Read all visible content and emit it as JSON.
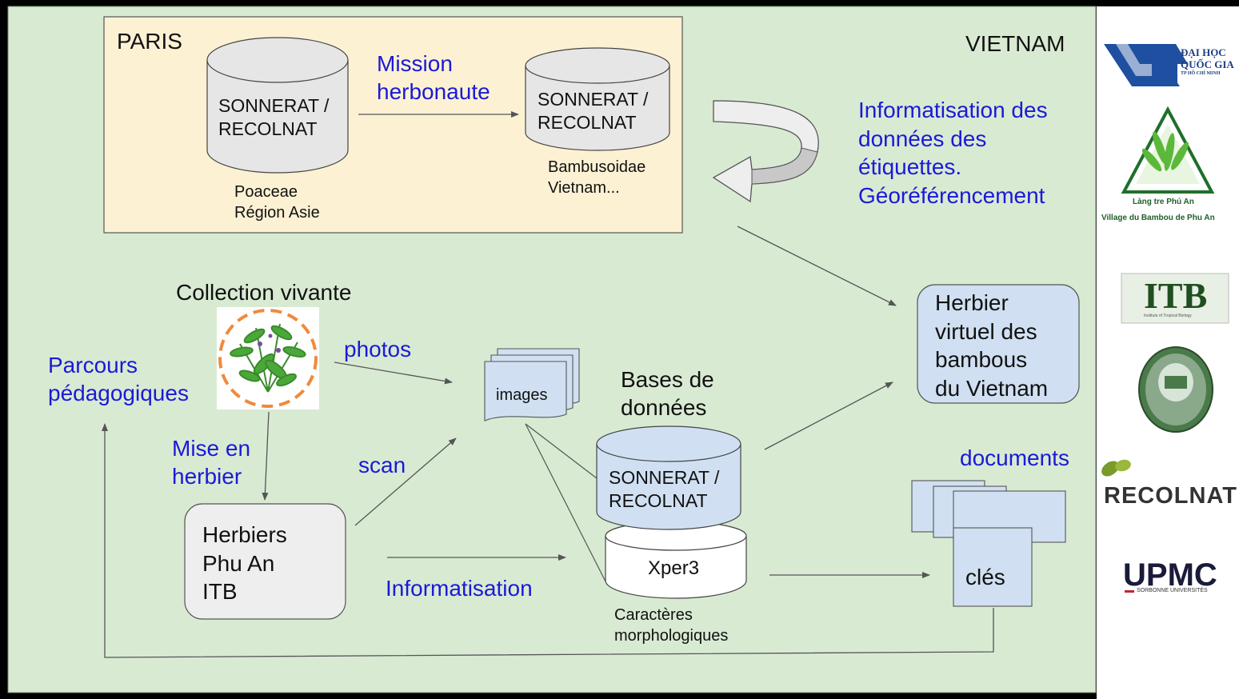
{
  "regions": {
    "paris": "PARIS",
    "vietnam": "VIETNAM"
  },
  "paris_db1": {
    "line1": "SONNERAT /",
    "line2": "RECOLNAT",
    "caption1": "Poaceae",
    "caption2": "Région Asie"
  },
  "mission": {
    "line1": "Mission",
    "line2": "herbonaute"
  },
  "paris_db2": {
    "line1": "SONNERAT /",
    "line2": "RECOLNAT",
    "caption1": "Bambusoidae",
    "caption2": "Vietnam..."
  },
  "informatisation_labels": {
    "line1": "Informatisation des",
    "line2": "données des",
    "line3": "étiquettes.",
    "line4": "Géoréférencement"
  },
  "collection": {
    "title": "Collection vivante"
  },
  "parcours": {
    "line1": "Parcours",
    "line2": "pédagogiques"
  },
  "photos": "photos",
  "images": "images",
  "bases": {
    "line1": "Bases de",
    "line2": "données"
  },
  "herbier_virtuel": {
    "line1": "Herbier",
    "line2": "virtuel des",
    "line3": "bambous",
    "line4": "du Vietnam"
  },
  "mise_en_herbier": {
    "line1": "Mise en",
    "line2": "herbier"
  },
  "scan": "scan",
  "db_sonnerat": {
    "line1": "SONNERAT /",
    "line2": "RECOLNAT"
  },
  "documents": "documents",
  "herbiers": {
    "line1": "Herbiers",
    "line2": "Phu An",
    "line3": "ITB"
  },
  "xper3": {
    "name": "Xper3",
    "caption1": "Caractères",
    "caption2": "morphologiques"
  },
  "informatisation": "Informatisation",
  "cles": "clés",
  "logos": {
    "dhqg_line1": "ĐẠI HỌC",
    "dhqg_line2": "QUỐC GIA",
    "dhqg_line3": "TP HỒ CHÍ MINH",
    "phuan_line1": "Làng tre Phú An",
    "phuan_line2": "Village du Bambou de Phu An",
    "itb": "ITB",
    "itb_sub": "Institute of Tropical Biology",
    "recolnat": "RECOLNAT",
    "upmc": "UPMC",
    "upmc_sub": "SORBONNE UNIVERSITÉS"
  },
  "colors": {
    "background": "#d9ead3",
    "paris_box": "#fdf1d3",
    "cylinder": "#e6e6e6",
    "blue_box": "#d0e0f2",
    "text_blue": "#1a1ad6"
  }
}
